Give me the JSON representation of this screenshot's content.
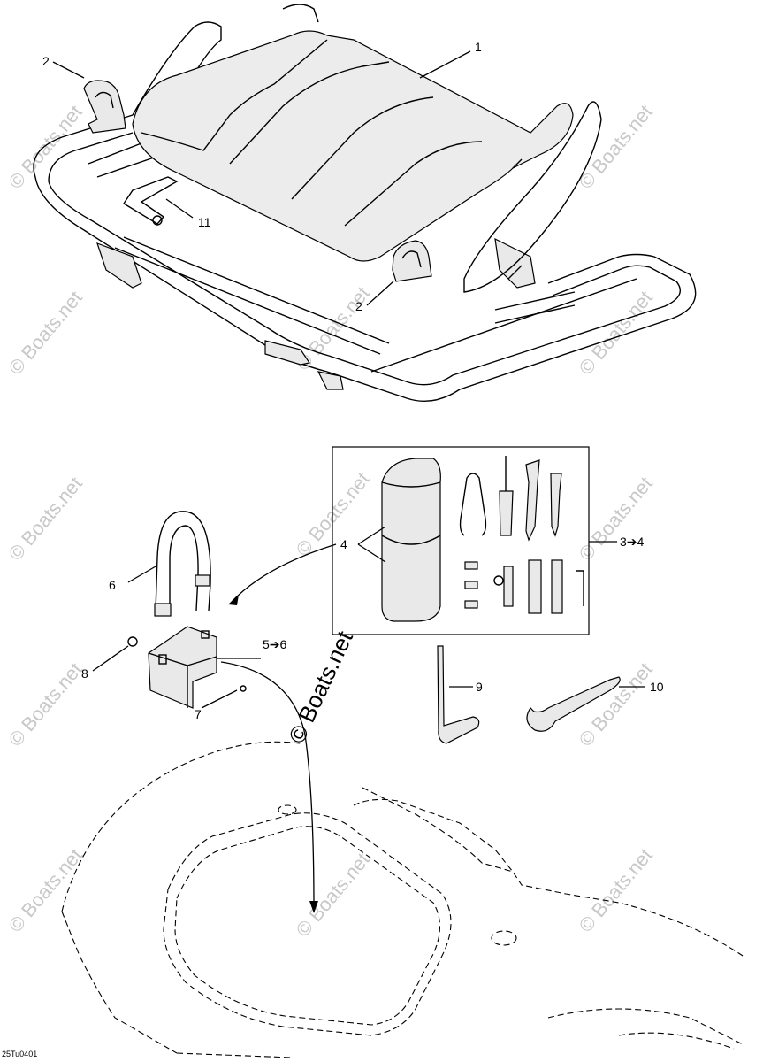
{
  "callouts": {
    "c1": "1",
    "c2a": "2",
    "c2b": "2",
    "c11": "11",
    "c3to4": "3➔4",
    "c4": "4",
    "c5to6": "5➔6",
    "c6": "6",
    "c7": "7",
    "c8": "8",
    "c9": "9",
    "c10": "10"
  },
  "watermark": {
    "text": "© Boats.net",
    "main_text": "© Boats.net"
  },
  "drawing_code": "25Tu0401"
}
